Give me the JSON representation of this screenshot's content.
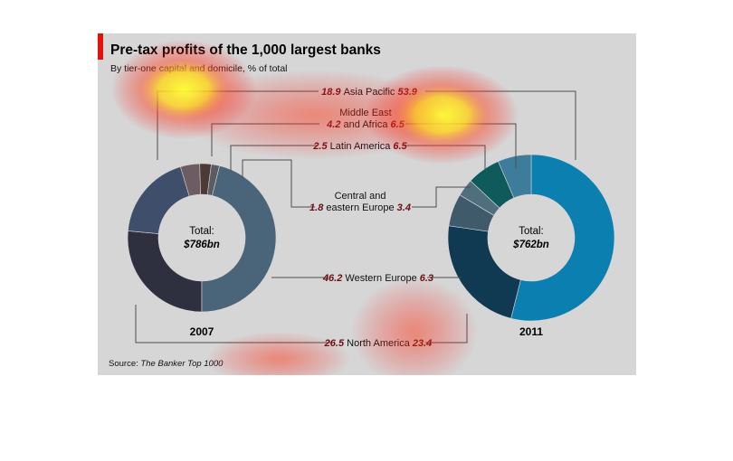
{
  "title": "Pre-tax profits of the 1,000 largest banks",
  "subtitle": "By tier-one capital and domicile, % of total",
  "source_label": "Source: ",
  "source_name": "The Banker Top 1000",
  "chart_data": [
    {
      "type": "pie",
      "name": "2007",
      "center_label": "Total:",
      "center_value": "$786bn",
      "categories": [
        "North America",
        "Asia Pacific",
        "Middle East and Africa",
        "Latin America",
        "Central and eastern Europe",
        "Western Europe"
      ],
      "values": [
        26.5,
        18.9,
        4.2,
        2.5,
        1.8,
        46.2
      ],
      "colors": [
        "#2e2f3f",
        "#3f4f6b",
        "#6e5c63",
        "#4b3a36",
        "#5a5c62",
        "#4a6479"
      ]
    },
    {
      "type": "pie",
      "name": "2011",
      "center_label": "Total:",
      "center_value": "$762bn",
      "categories": [
        "Asia Pacific",
        "North America",
        "Western Europe",
        "Central and eastern Europe",
        "Latin America",
        "Middle East and Africa"
      ],
      "values": [
        53.9,
        23.4,
        6.3,
        3.4,
        6.5,
        6.5
      ],
      "colors": [
        "#0a7fb0",
        "#0f3a52",
        "#3f5a6b",
        "#4f6f7c",
        "#0f5a5a",
        "#3d7c9a"
      ]
    }
  ],
  "annotations": [
    {
      "v2007": "18.9",
      "name": "Asia Pacific",
      "v2011": "53.9"
    },
    {
      "name_line1": "Middle East",
      "v2007": "4.2",
      "name": "and Africa",
      "v2011": "6.5"
    },
    {
      "v2007": "2.5",
      "name": "Latin America",
      "v2011": "6.5"
    },
    {
      "name_line1": "Central and",
      "v2007": "1.8",
      "name": "eastern Europe",
      "v2011": "3.4"
    },
    {
      "v2007": "46.2",
      "name": "Western Europe",
      "v2011": "6.3"
    },
    {
      "v2007": "26.5",
      "name": "North America",
      "v2011": "23.4"
    }
  ],
  "heatmap_overlay": true
}
